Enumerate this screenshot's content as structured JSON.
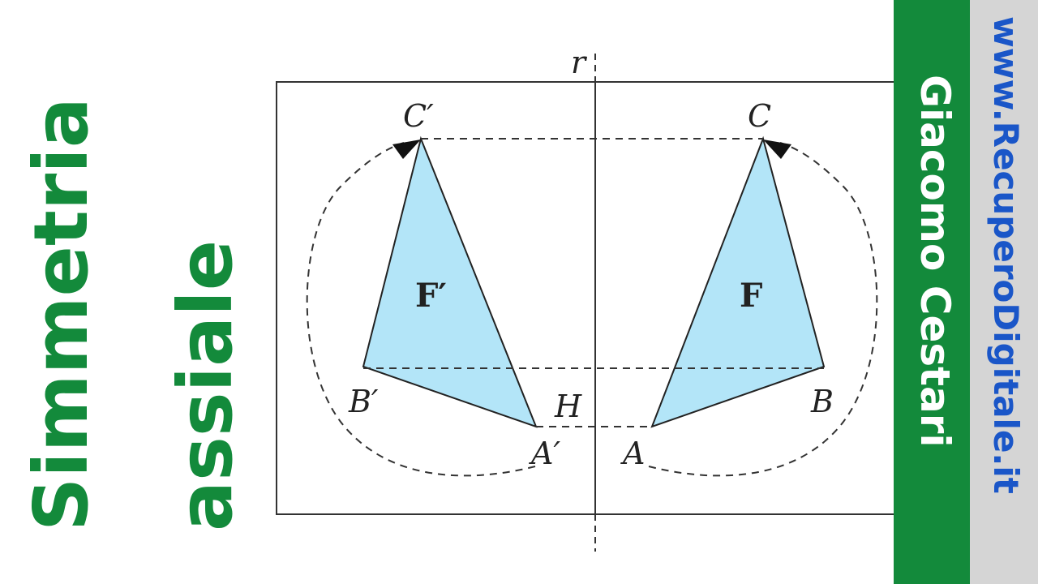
{
  "title": {
    "line1": "Simmetria",
    "line2": "assiale"
  },
  "sidebar": {
    "author": "Giacomo Cestari",
    "website": "www.RecuperoDigitale.it"
  },
  "diagram": {
    "axis_label": "r",
    "points": {
      "C_prime": "C′",
      "C": "C",
      "B_prime": "B′",
      "B": "B",
      "A_prime": "A′",
      "A": "A",
      "H": "H"
    },
    "figures": {
      "F_prime": "F′",
      "F": "F"
    }
  },
  "colors": {
    "brand_green": "#138a3b",
    "website_blue": "#1a56c8",
    "triangle_fill": "#b3e5f8",
    "sidebar_gray": "#d5d5d5"
  }
}
